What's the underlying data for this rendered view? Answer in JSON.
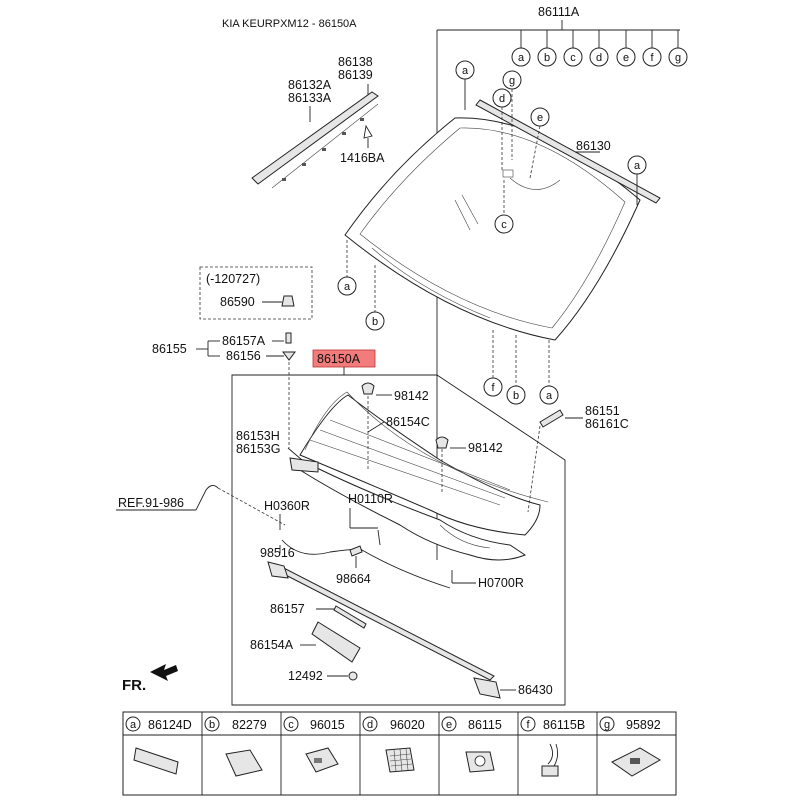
{
  "header": {
    "model": "KIA KEURPXM12 - 86150A"
  },
  "top_ref": "86111A",
  "top_letters": [
    "a",
    "b",
    "c",
    "d",
    "e",
    "f",
    "g"
  ],
  "labels": {
    "p86138": "86138",
    "p86139": "86139",
    "p86132A": "86132A",
    "p86133A": "86133A",
    "p1416BA": "1416BA",
    "p86130": "86130",
    "p_range": "(-120727)",
    "p86590": "86590",
    "p86155": "86155",
    "p86157A": "86157A",
    "p86156": "86156",
    "p86150A": "86150A",
    "p98142a": "98142",
    "p86154C": "86154C",
    "p98142b": "98142",
    "p86151": "86151",
    "p86161C": "86161C",
    "p86153H": "86153H",
    "p86153G": "86153G",
    "ref": "REF.91-986",
    "pH0360R": "H0360R",
    "pH0110R": "H0110R",
    "p98516": "98516",
    "p98664": "98664",
    "pH0700R": "H0700R",
    "p86157": "86157",
    "p86154A": "86154A",
    "p12492": "12492",
    "p86430": "86430",
    "fr": "FR."
  },
  "glass_bubbles": {
    "a1": "a",
    "g": "g",
    "d": "d",
    "e": "e",
    "c": "c",
    "a2": "a",
    "a3": "a",
    "b1": "b",
    "f": "f",
    "b2": "b",
    "a4": "a"
  },
  "legend": [
    {
      "letter": "a",
      "part": "86124D",
      "icon": "strip-icon"
    },
    {
      "letter": "b",
      "part": "82279",
      "icon": "pad-icon"
    },
    {
      "letter": "c",
      "part": "96015",
      "icon": "sensor-icon"
    },
    {
      "letter": "d",
      "part": "96020",
      "icon": "grid-sensor-icon"
    },
    {
      "letter": "e",
      "part": "86115",
      "icon": "bracket-icon"
    },
    {
      "letter": "f",
      "part": "86115B",
      "icon": "wire-connector-icon"
    },
    {
      "letter": "g",
      "part": "95892",
      "icon": "clip-plate-icon"
    }
  ],
  "highlight_color": "#f27b7b"
}
